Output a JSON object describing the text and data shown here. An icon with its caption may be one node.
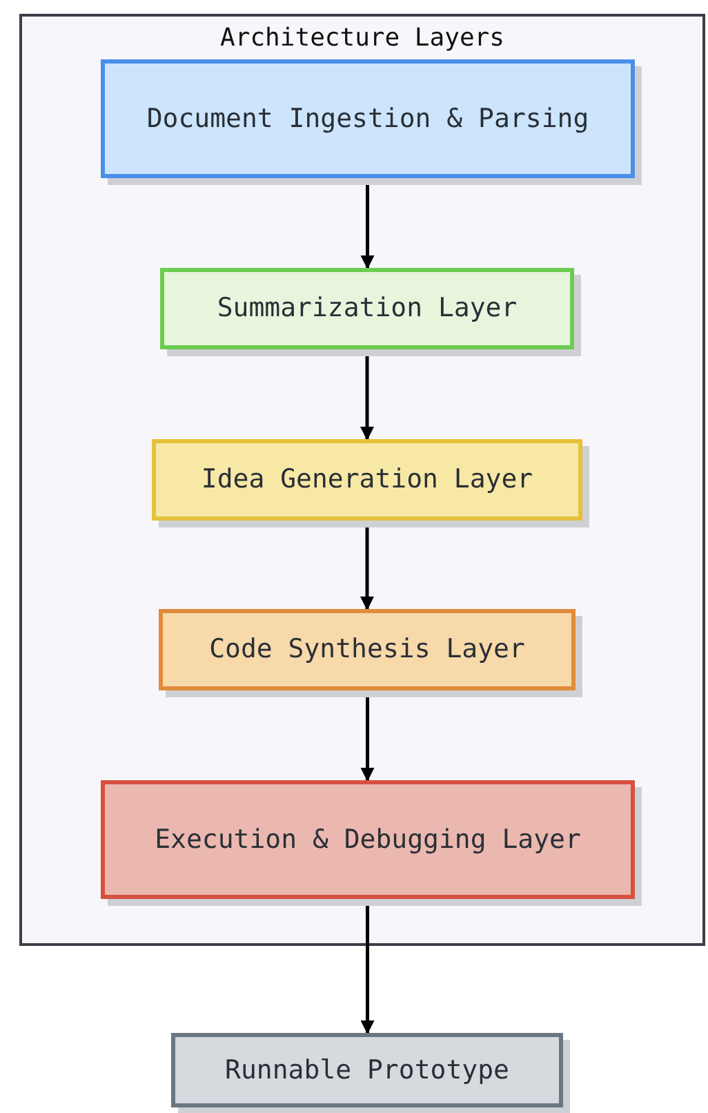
{
  "diagram": {
    "nodes": [
      {
        "text": [
          "Architecture Layers"
        ]
      },
      {
        "text": [
          "Document Ingestion & Parsing"
        ],
        "in": 0
      },
      {
        "text": [
          "Summarization Layer"
        ],
        "in": 0
      },
      {
        "text": [
          "Idea Generation Layer"
        ],
        "in": 0
      },
      {
        "text": [
          "Code Synthesis Layer"
        ],
        "in": 0
      },
      {
        "text": [
          "Execution & Debugging Layer"
        ],
        "in": 0
      },
      {
        "text": [
          "Runnable Prototype"
        ]
      }
    ],
    "edges": [
      {
        "from": 1,
        "to": 2,
        "arrow": "to"
      },
      {
        "from": 2,
        "to": 3,
        "arrow": "to"
      },
      {
        "from": 3,
        "to": 4,
        "arrow": "to"
      },
      {
        "from": 4,
        "to": 5,
        "arrow": "to"
      },
      {
        "from": 5,
        "to": 6,
        "arrow": "to"
      }
    ]
  }
}
